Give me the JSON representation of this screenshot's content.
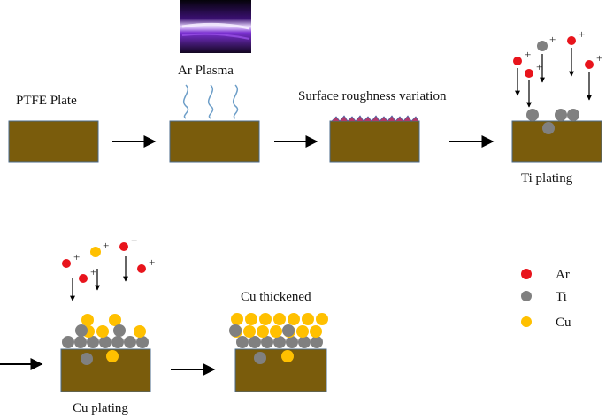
{
  "labels": {
    "ptfe": "PTFE Plate",
    "ar_plasma": "Ar Plasma",
    "surface": "Surface roughness variation",
    "ti_plating": "Ti plating",
    "cu_plating": "Cu plating",
    "cu_thickened": "Cu thickened"
  },
  "legend": [
    {
      "label": "Ar",
      "color": "#e8141c"
    },
    {
      "label": "Ti",
      "color": "#808080"
    },
    {
      "label": "Cu",
      "color": "#ffc000"
    }
  ],
  "ion_charge": "+",
  "colors": {
    "plate": "#7a5c0c",
    "plasma_bg": "#1a0a2a",
    "plasma_glow": "#b06cff",
    "wave": "#6d9ec8"
  }
}
